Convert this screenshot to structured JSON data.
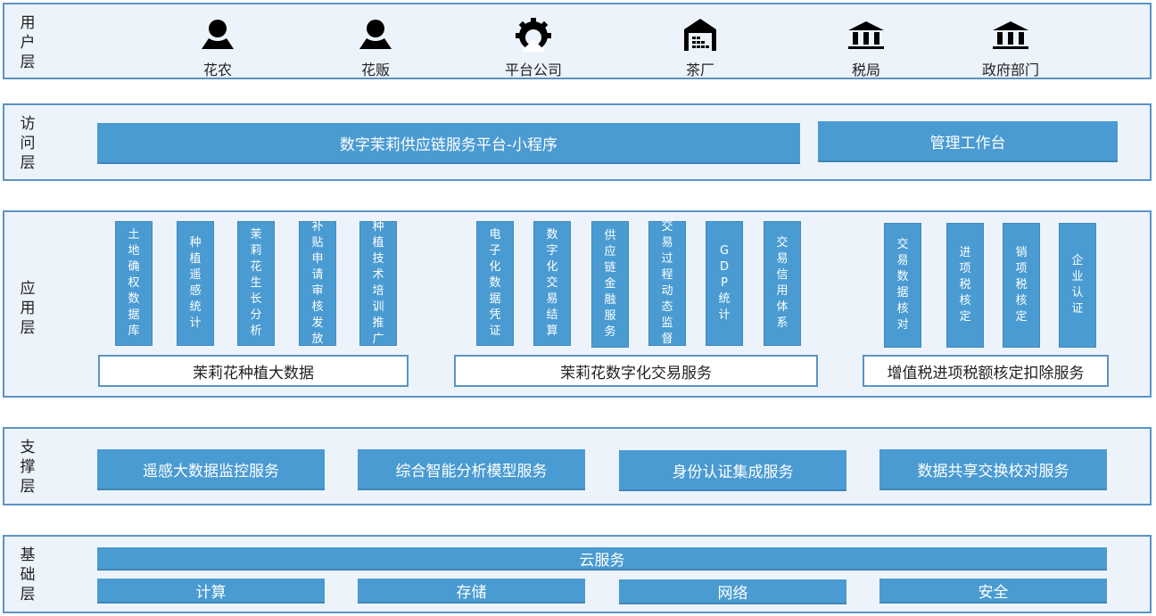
{
  "layers": {
    "user": {
      "label": "用户层",
      "label_chars": [
        "用",
        "户",
        "层"
      ],
      "actors": [
        {
          "label": "花农",
          "icon": "person-icon"
        },
        {
          "label": "花贩",
          "icon": "person-icon"
        },
        {
          "label": "平台公司",
          "icon": "gear-icon"
        },
        {
          "label": "茶厂",
          "icon": "warehouse-icon"
        },
        {
          "label": "税局",
          "icon": "government-building-icon"
        },
        {
          "label": "政府部门",
          "icon": "government-building-icon"
        }
      ]
    },
    "access": {
      "label_chars": [
        "访",
        "问",
        "层"
      ],
      "items": [
        "数字茉莉供应链服务平台-小程序",
        "管理工作台"
      ]
    },
    "application": {
      "label_chars": [
        "应",
        "用",
        "层"
      ],
      "groups": [
        {
          "title": "茉莉花种植大数据",
          "modules": [
            "土地确权数据库",
            "种植遥感统计",
            "茉莉花生长分析",
            "补贴申请审核发放",
            "种植技术培训推广"
          ]
        },
        {
          "title": "茉莉花数字化交易服务",
          "modules": [
            "电子化数据凭证",
            "数字化交易结算",
            "供应链金融服务",
            "交易过程动态监督",
            "GDP统计",
            "交易信用体系"
          ]
        },
        {
          "title": "增值税进项税额核定扣除服务",
          "modules": [
            "交易数据核对",
            "进项税核定",
            "销项税核定",
            "企业认证"
          ]
        }
      ]
    },
    "support": {
      "label_chars": [
        "支",
        "撑",
        "层"
      ],
      "items": [
        "遥感大数据监控服务",
        "综合智能分析模型服务",
        "身份认证集成服务",
        "数据共享交换校对服务"
      ]
    },
    "infrastructure": {
      "label_chars": [
        "基",
        "础",
        "层"
      ],
      "cloud": "云服务",
      "items": [
        "计算",
        "存储",
        "网络",
        "安全"
      ]
    }
  },
  "colors": {
    "layer_bg": "#ecf3fb",
    "layer_border": "#5b93c4",
    "box_blue": "#4a9bd2",
    "box_text": "#ffffff"
  }
}
